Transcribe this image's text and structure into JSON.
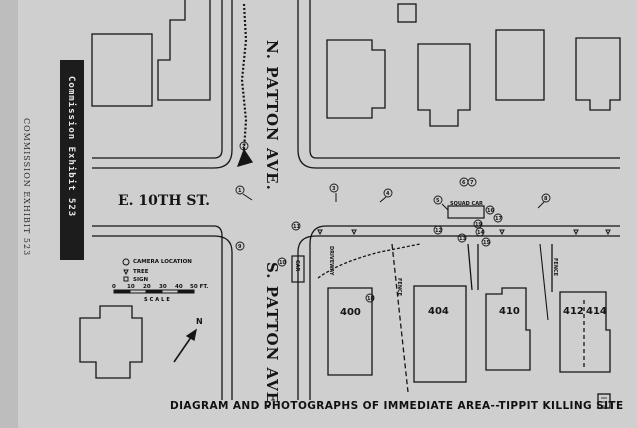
{
  "streets": {
    "n_patton": "N. PATTON AVE.",
    "s_patton": "S. PATTON AVE.",
    "tenth": "E. 10TH ST."
  },
  "exhibit_label": "Commission Exhibit 523",
  "side_caption": "COMMISSION EXHIBIT 523",
  "legend": {
    "camera": "CAMERA LOCATION",
    "tree": "TREE",
    "sign": "SIGN",
    "scale_word": "SCALE",
    "scale_ticks": [
      "0",
      "10",
      "20",
      "30",
      "40",
      "50 FT."
    ]
  },
  "houses": [
    "400",
    "404",
    "410",
    "412",
    "414"
  ],
  "annotations": {
    "squad_car": "SQUAD CAR",
    "car": "CAR",
    "fence_1": "FENCE",
    "fence_2": "FENCE",
    "driveway": "DRIVEWAY"
  },
  "camera_numbers": [
    "1",
    "2",
    "3",
    "4",
    "5",
    "6",
    "7",
    "8",
    "9",
    "10",
    "11",
    "12",
    "13",
    "14",
    "15",
    "16",
    "17",
    "18",
    "19"
  ],
  "title": "DIAGRAM AND PHOTOGRAPHS OF IMMEDIATE AREA--TIPPIT KILLING SITE",
  "colors": {
    "paper": "#cfcfcf",
    "ink": "#151515",
    "strip": "#1c1c1c"
  }
}
